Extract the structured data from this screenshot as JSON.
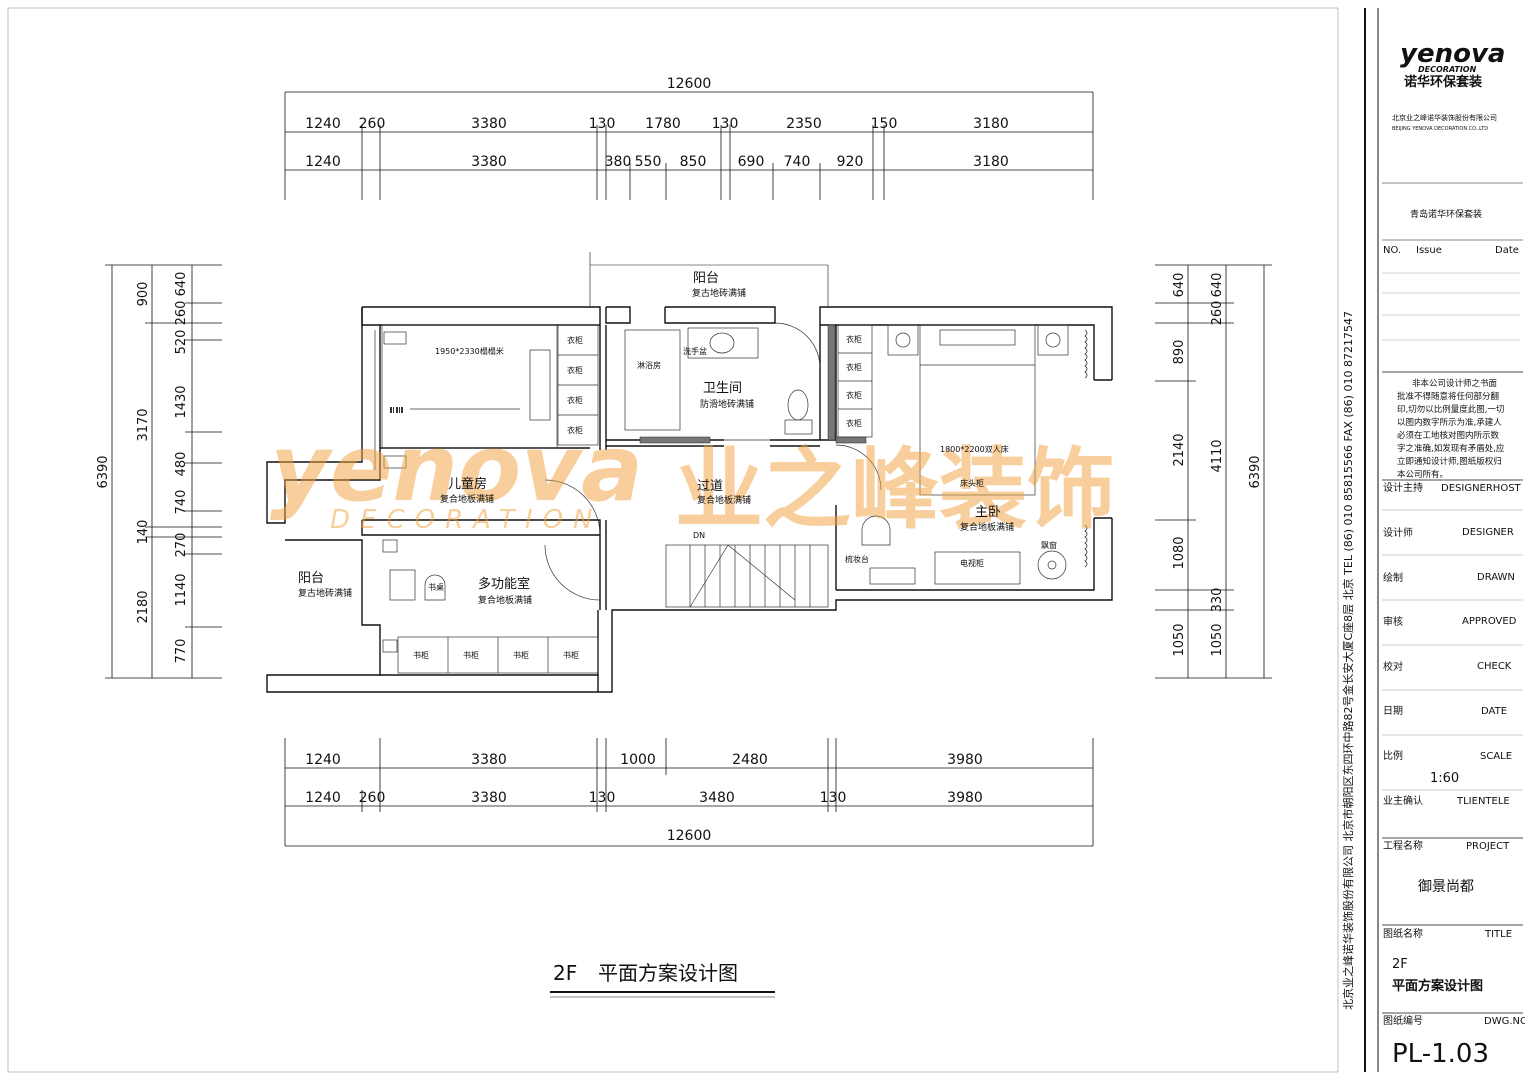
{
  "dimensions": {
    "top_total": "12600",
    "top_row1": [
      "1240",
      "260",
      "3380",
      "130",
      "1780",
      "130",
      "2350",
      "150",
      "3180"
    ],
    "top_row2": [
      "1240",
      "3380",
      "380",
      "550",
      "850",
      "690",
      "740",
      "920",
      "3180"
    ],
    "bottom_row1": [
      "1240",
      "3380",
      "1000",
      "2480",
      "3980"
    ],
    "bottom_row2": [
      "1240",
      "260",
      "3380",
      "130",
      "3480",
      "130",
      "3980"
    ],
    "bottom_total": "12600",
    "left_outer": "6390",
    "left_mid": [
      "3170",
      "140",
      "2180"
    ],
    "left_inner": [
      "900",
      "640",
      "260",
      "520",
      "1430",
      "480",
      "740",
      "270",
      "1140",
      "770"
    ],
    "right_outer": "6390",
    "right_mid": [
      "640",
      "890",
      "2140",
      "1080",
      "1050"
    ],
    "right_inner": [
      "640",
      "260",
      "4110",
      "330",
      "1050"
    ]
  },
  "rooms": {
    "balcony_top": {
      "name": "阳台",
      "floor": "复古地砖满铺"
    },
    "bathroom": {
      "name": "卫生间",
      "floor": "防滑地砖满铺"
    },
    "kids_room": {
      "name": "儿童房",
      "floor": "复合地板满铺",
      "bed": "1950*2330榻榻米"
    },
    "corridor": {
      "name": "过道",
      "floor": "复合地板满铺"
    },
    "master": {
      "name": "主卧",
      "floor": "复合地板满铺",
      "bed": "1800*2200双人床"
    },
    "balcony_left": {
      "name": "阳台",
      "floor": "复古地砖满铺"
    },
    "multi_room": {
      "name": "多功能室",
      "floor": "复合地板满铺"
    },
    "stair_label": "DN"
  },
  "furniture": {
    "wardrobe": "衣柜",
    "bookcase": "书柜",
    "shower": "淋浴房",
    "basin": "洗手盆",
    "tv_cabinet": "电视柜",
    "dresser": "梳妆台",
    "desk": "书桌",
    "bay": "飘窗",
    "bedside": "床头柜"
  },
  "watermark": {
    "brand": "yenova",
    "cn": "业之峰装饰",
    "sub": "DECORATION"
  },
  "drawing_title": {
    "level": "2F",
    "name": "平面方案设计图"
  },
  "title_block": {
    "logo": "yenova",
    "logo_sub": "DECORATION",
    "company_cn": "诺华环保套装",
    "company_line": "北京业之峰诺华装饰股份有限公司",
    "company_line_en": "BEIJING YENOVA DECORATION CO.,LTD",
    "city_company": "青岛诺华环保套装",
    "vertical_contact": "北京业之峰诺华装饰股份有限公司 北京市朝阳区东四环中路82号金长安大厦C座8层   北京   TEL (86) 010 85815566   FAX (86) 010 87217547",
    "issue_no": "NO.",
    "issue": "Issue",
    "date": "Date",
    "notice": [
      "非本公司设计师之书面",
      "批准不得随意将任何部分翻",
      "印,切勿以比例量度此图,一切",
      "以图内数字所示为准,承建人",
      "必须在工地核对图内所示数",
      "字之准确,如发现有矛盾处,应",
      "立即通知设计师,图纸版权归",
      "本公司所有。"
    ],
    "rows": [
      {
        "cn": "设计主持",
        "en": "DESIGNERHOST"
      },
      {
        "cn": "设计师",
        "en": "DESIGNER"
      },
      {
        "cn": "绘制",
        "en": "DRAWN"
      },
      {
        "cn": "审核",
        "en": "APPROVED"
      },
      {
        "cn": "校对",
        "en": "CHECK"
      },
      {
        "cn": "日期",
        "en": "DATE"
      },
      {
        "cn": "比例",
        "en": "SCALE"
      }
    ],
    "scale_value": "1:60",
    "client_cn": "业主确认",
    "client_en": "TLIENTELE",
    "project_cn": "工程名称",
    "project_en": "PROJECT",
    "project_value": "御景尚都",
    "title_cn": "图纸名称",
    "title_en": "TITLE",
    "title_value1": "2F",
    "title_value2": "平面方案设计图",
    "dwg_cn": "图纸编号",
    "dwg_en": "DWG.NO",
    "dwg_value": "PL-1.03"
  },
  "colors": {
    "line": "#111111",
    "wall": "#222222",
    "hatch": "#555555",
    "watermark": "#f3a13b"
  }
}
